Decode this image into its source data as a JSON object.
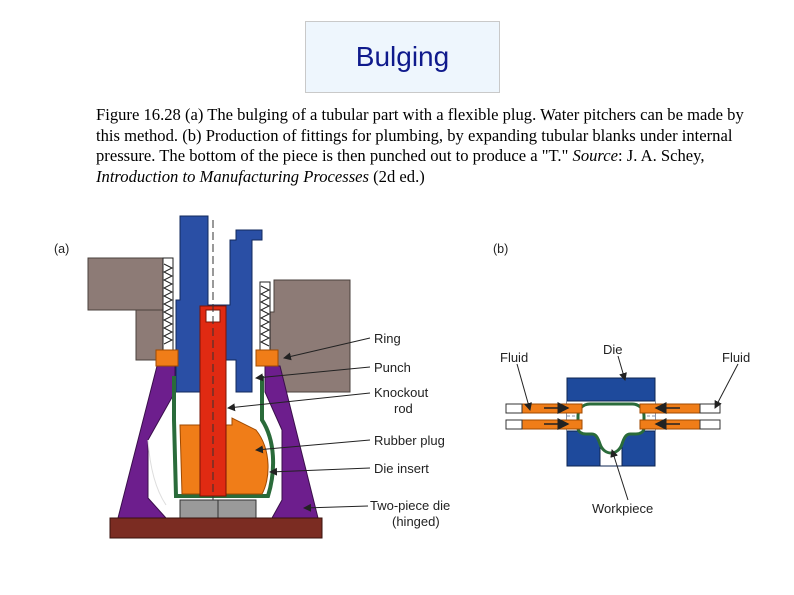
{
  "slide": {
    "title": "Bulging"
  },
  "caption": {
    "text_before_source": "Figure 16.28  (a) The bulging of a tubular part with a flexible plug.  Water pitchers can be made by this method.  (b) Production of fittings for plumbing, by expanding tubular blanks under internal pressure.  The bottom of the piece is then punched out to produce a \"T.\"  ",
    "source_label": "Source",
    "source_author": ": J. A. Schey, ",
    "book_title": "Introduction to Manufacturing Processes",
    "edition": " (2d ed.)"
  },
  "figure_a": {
    "panel_label": "(a)",
    "labels": {
      "ring": "Ring",
      "punch": "Punch",
      "knockout_1": "Knockout",
      "knockout_2": "rod",
      "rubber_plug": "Rubber  plug",
      "die_insert": "Die   insert",
      "two_piece_die_1": "Two-piece   die",
      "two_piece_die_2": "(hinged)"
    }
  },
  "figure_b": {
    "panel_label": "(b)",
    "labels": {
      "fluid_left": "Fluid",
      "die": "Die",
      "fluid_right": "Fluid",
      "workpiece": "Workpiece"
    }
  },
  "colors": {
    "title_text": "#0f1a8c",
    "title_bg": "#eef6fd",
    "punch_blue": "#2a4fa5",
    "die_purple": "#6d1e8d",
    "plug_orange": "#f07d18",
    "rod_red": "#e02a12",
    "press_brown": "#8d7b76",
    "base_maroon": "#7b2c22",
    "insert_green": "#2a6b3a",
    "die_b_blue": "#1e4a9c"
  }
}
